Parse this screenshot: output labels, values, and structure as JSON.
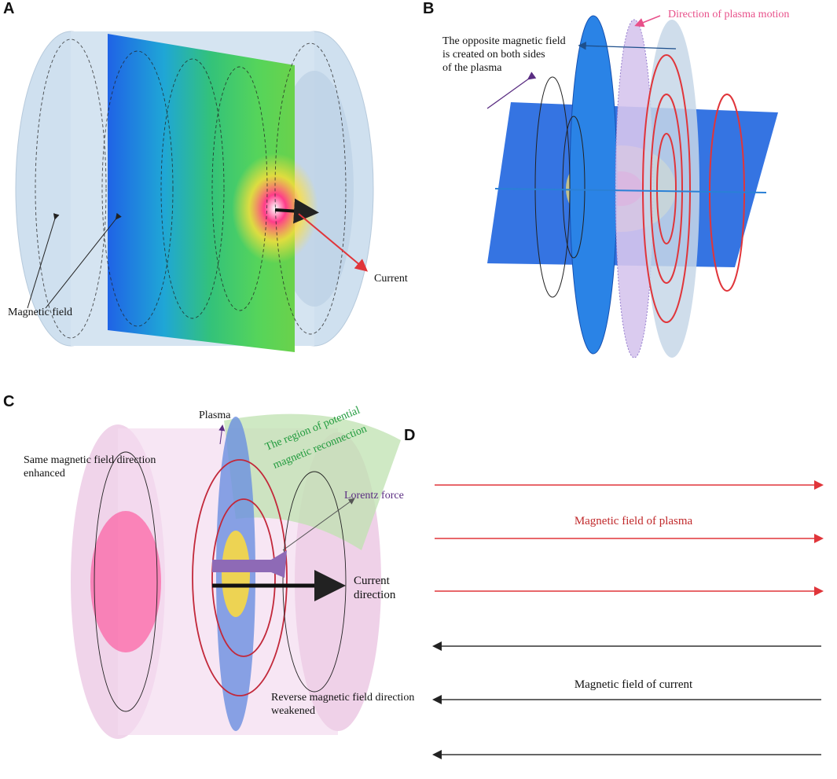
{
  "panels": {
    "a": {
      "letter": "A",
      "labels": {
        "magnetic_field": "Magnetic field",
        "current": "Current"
      }
    },
    "b": {
      "letter": "B",
      "labels": {
        "plasma_motion": "Direction of plasma motion",
        "opposite_line1": "The opposite magnetic field",
        "opposite_line2": "is created  on both sides",
        "opposite_line3": "of the plasma"
      }
    },
    "c": {
      "letter": "C",
      "labels": {
        "plasma": "Plasma",
        "same_line1": "Same  magnetic field direction",
        "same_line2": "enhanced",
        "region_line1": "The  region of potential",
        "region_line2": "magnetic reconnection",
        "lorentz": "Lorentz force",
        "current_line1": "Current",
        "current_line2": "direction",
        "reverse_line1": "Reverse magnetic field direction",
        "reverse_line2": "weakened"
      }
    },
    "d": {
      "letter": "D",
      "plasma_field_label": "Magnetic field of plasma",
      "current_field_label": "Magnetic field of current"
    }
  },
  "colors": {
    "plasma_region": "#fcd9da",
    "current_region": "#d9d6e6",
    "plasma_arrow": "#e0353a",
    "current_arrow": "#333333",
    "plasma_text": "#c0282a",
    "pink_label": "#e8508a",
    "navy_label": "#1d4f8c",
    "green_label": "#1f9a3c",
    "purple_label": "#5a2d82"
  }
}
